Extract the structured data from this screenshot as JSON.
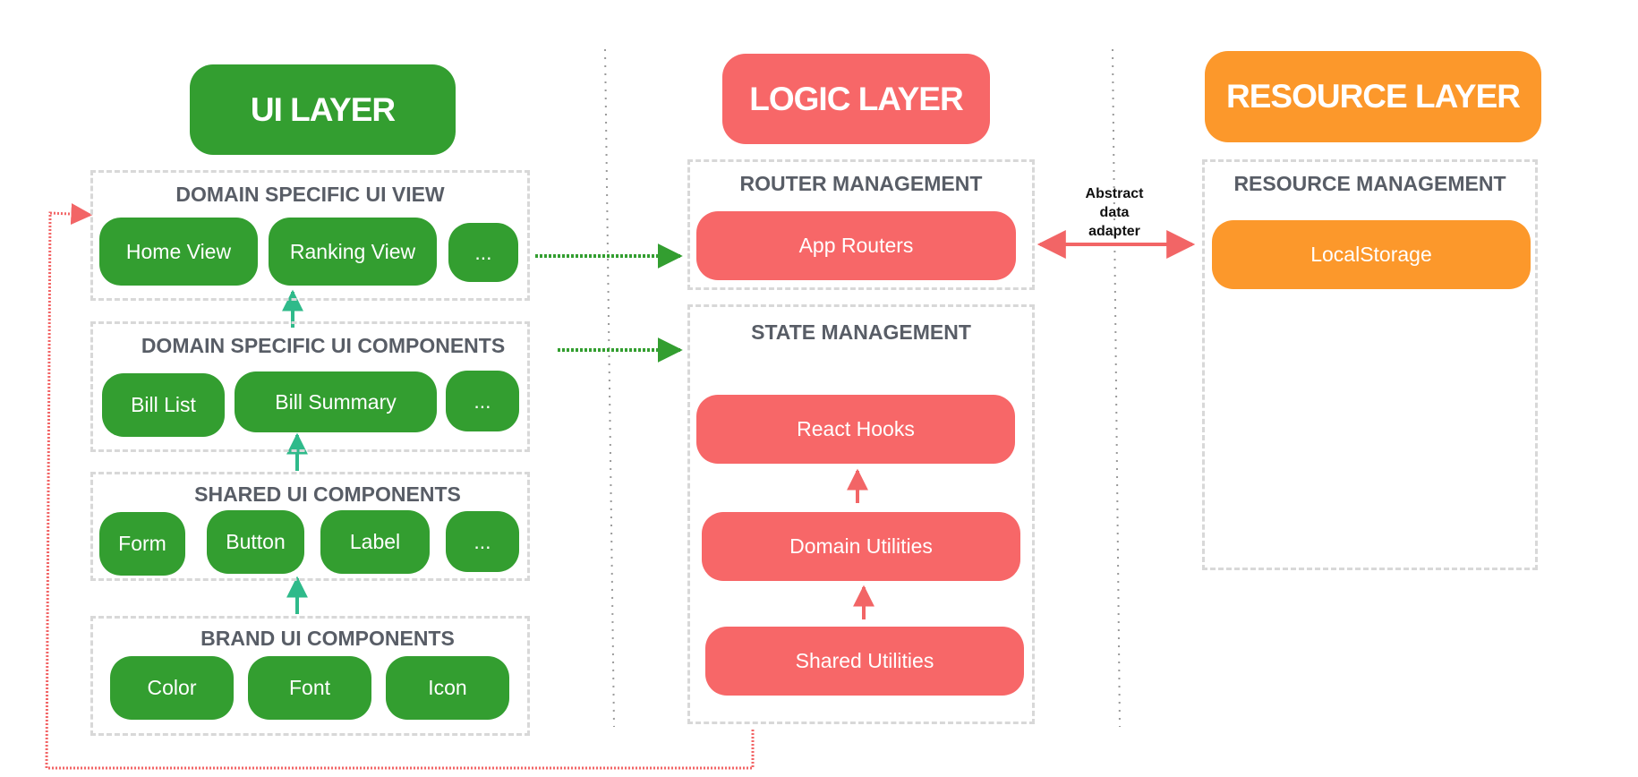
{
  "colors": {
    "ui": "#339e30",
    "logic": "#f76768",
    "resource": "#fc982b",
    "section_title": "#585d66",
    "dashed_border": "#d8d8d8",
    "up_arrow_ui": "#2fba8a",
    "flow_arrow_ui": "#339e30",
    "red_arrow": "#f26566"
  },
  "ui_layer": {
    "title": "UI LAYER",
    "domain_view": {
      "title": "DOMAIN SPECIFIC UI VIEW",
      "items": [
        "Home View",
        "Ranking View",
        "..."
      ]
    },
    "domain_components": {
      "title": "DOMAIN SPECIFIC UI COMPONENTS",
      "items": [
        "Bill List",
        "Bill Summary",
        "..."
      ]
    },
    "shared_components": {
      "title": "SHARED UI COMPONENTS",
      "items": [
        "Form",
        "Button",
        "Label",
        "..."
      ]
    },
    "brand_components": {
      "title": "BRAND UI COMPONENTS",
      "items": [
        "Color",
        "Font",
        "Icon"
      ]
    }
  },
  "logic_layer": {
    "title": "LOGIC LAYER",
    "router": {
      "title": "ROUTER MANAGEMENT",
      "items": [
        "App Routers"
      ]
    },
    "state": {
      "title": "STATE MANAGEMENT",
      "items": [
        "React Hooks",
        "Domain Utilities",
        "Shared Utilities"
      ]
    }
  },
  "resource_layer": {
    "title": "RESOURCE LAYER",
    "management": {
      "title": "RESOURCE MANAGEMENT",
      "items": [
        "LocalStorage"
      ]
    }
  },
  "connector_note": {
    "lines": [
      "Abstract",
      "data",
      "adapter"
    ]
  }
}
